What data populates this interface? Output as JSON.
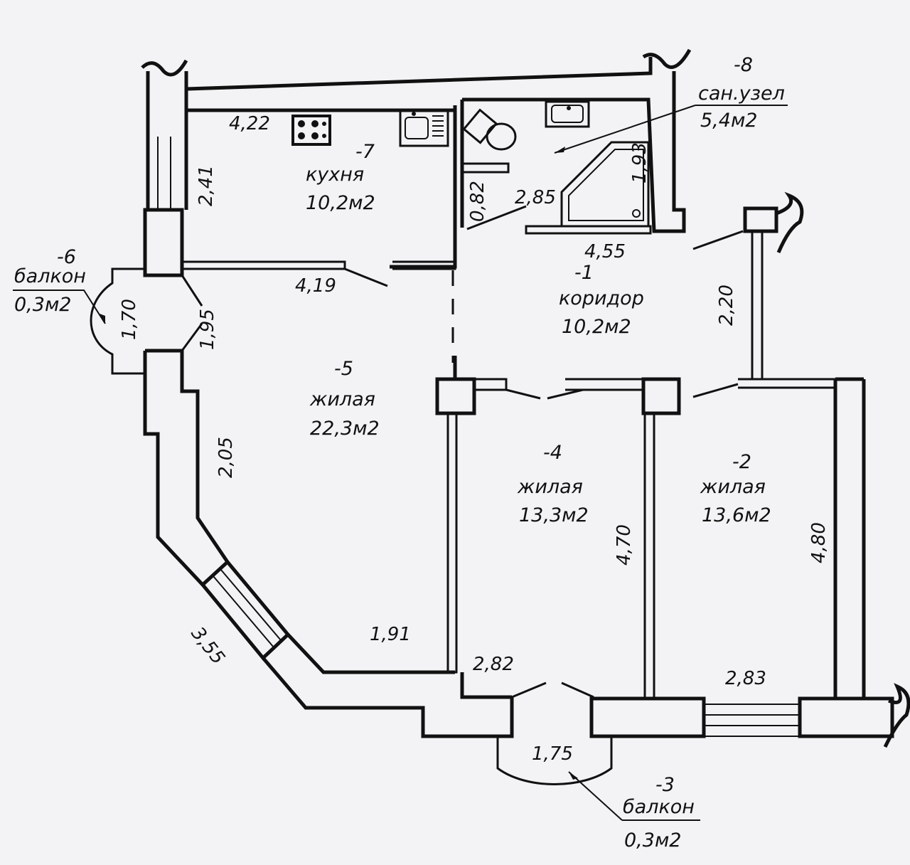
{
  "rooms": {
    "r1": {
      "num": "-1",
      "name": "коридор",
      "area": "10,2м2"
    },
    "r2": {
      "num": "-2",
      "name": "жилая",
      "area": "13,6м2"
    },
    "r3": {
      "num": "-3",
      "name": "балкон",
      "area": "0,3м2"
    },
    "r4": {
      "num": "-4",
      "name": "жилая",
      "area": "13,3м2"
    },
    "r5": {
      "num": "-5",
      "name": "жилая",
      "area": "22,3м2"
    },
    "r6": {
      "num": "-6",
      "name": "балкон",
      "area": "0,3м2"
    },
    "r7": {
      "num": "-7",
      "name": "кухня",
      "area": "10,2м2"
    },
    "r8": {
      "num": "-8",
      "name": "сан.узел",
      "area": "5,4м2"
    }
  },
  "dimensions": {
    "kitchen_width": "4,22",
    "kitchen_depth": "2,41",
    "kitchen_bottom": "4,19",
    "bath_gap": "0,82",
    "bath_width": "2,85",
    "bath_depth": "1,93",
    "corridor_width": "4,55",
    "corridor_depth": "2,20",
    "balcony6_width": "1,70",
    "living5_left_upper": "1,95",
    "living5_left_mid": "2,05",
    "living5_diag": "3,55",
    "living5_bottom": "1,91",
    "living4_bottom": "2,82",
    "living4_depth": "4,70",
    "living2_depth": "4,80",
    "living2_bottom": "2,83",
    "balcony3_width": "1,75"
  }
}
